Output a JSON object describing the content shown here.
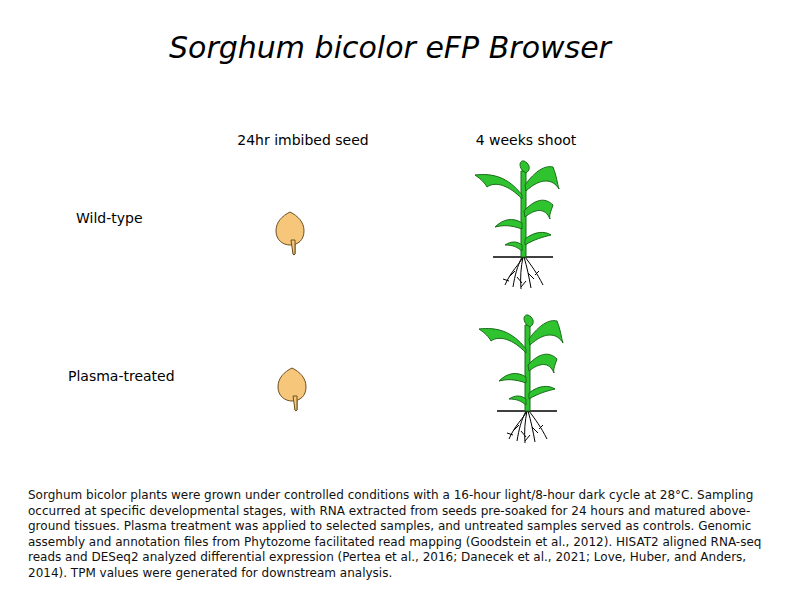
{
  "diagram": {
    "title": "Sorghum bicolor eFP Browser",
    "caption": "Sorghum bicolor plants were grown under controlled conditions with a 16-hour light/8-hour dark cycle at 28°C. Sampling occurred at specific developmental stages, with RNA extracted from seeds pre-soaked for 24 hours and matured above-ground tissues. Plasma treatment was applied to selected samples, and untreated samples served as controls. Genomic assembly and annotation files from Phytozome facilitated read mapping (Goodstein et al., 2012). HISAT2 aligned RNA-seq reads and DESeq2 analyzed differential expression (Pertea et al., 2016; Danecek et al., 2021; Love, Huber, and Anders, 2014). TPM values were generated for downstream analysis.",
    "labels": [
      "24hr imbibed seed",
      "4 weeks shoot",
      "Wild-type",
      "Plasma-treated"
    ]
  }
}
